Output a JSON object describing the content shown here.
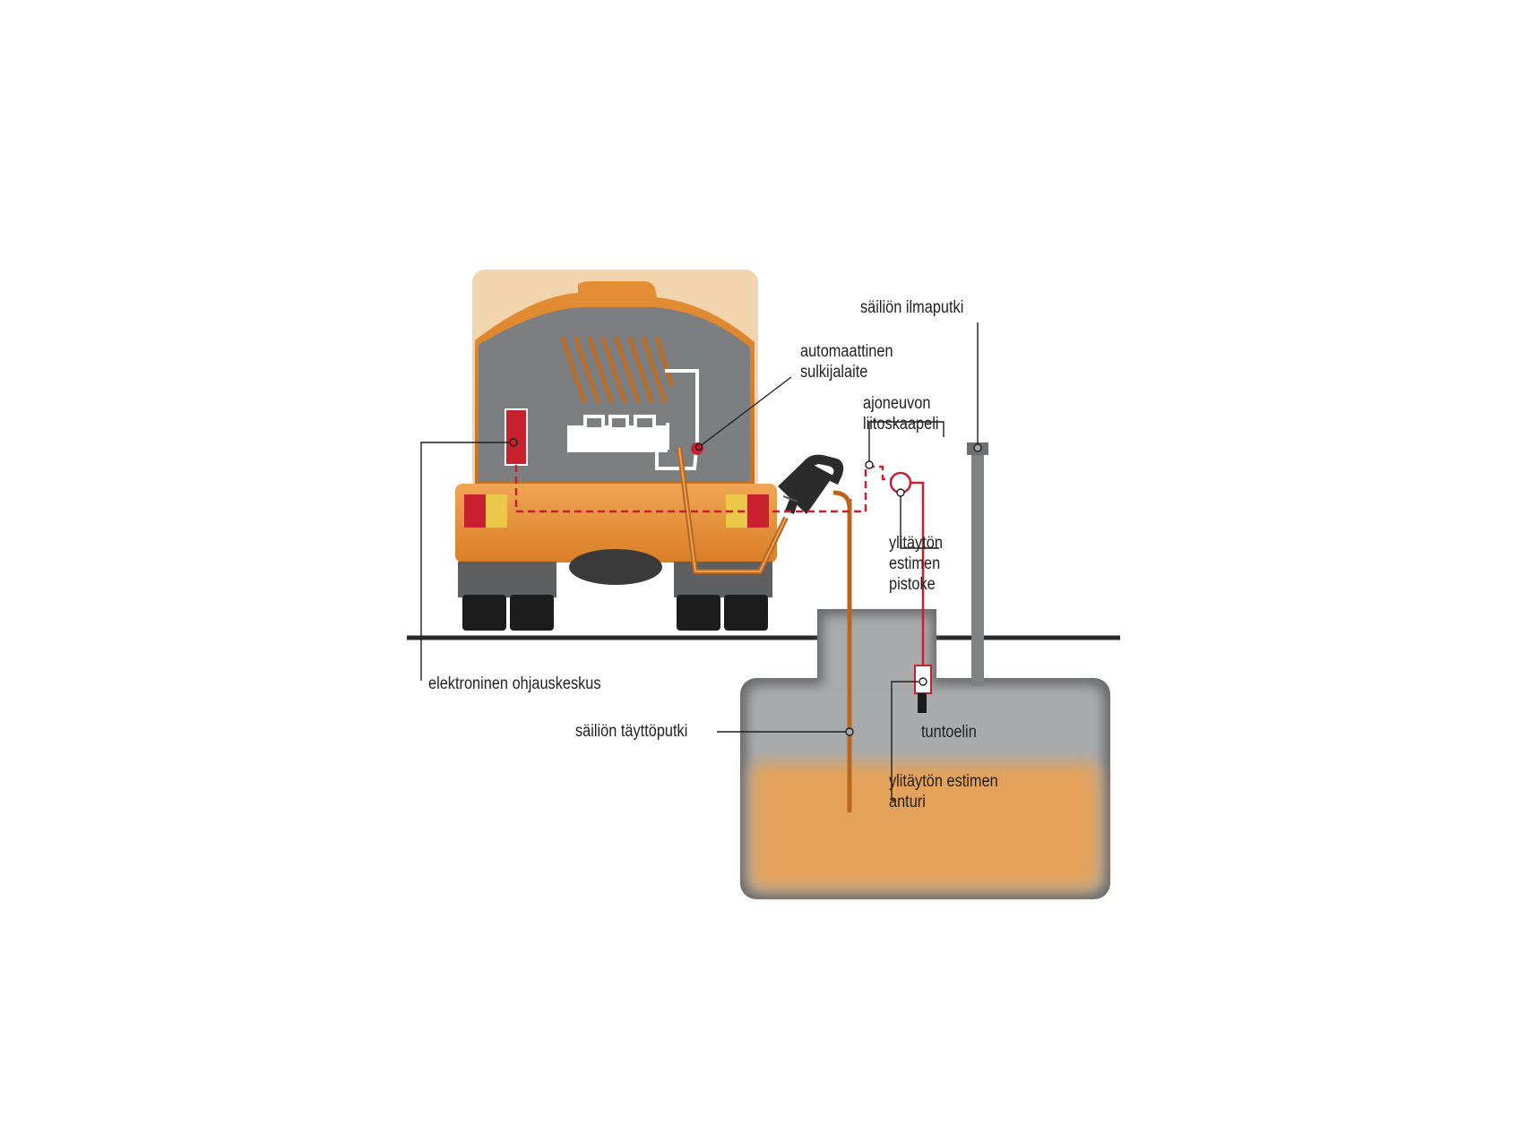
{
  "labels": {
    "vent_pipe": "säiliön ilmaputki",
    "shutoff_valve_1": "automaattinen",
    "shutoff_valve_2": "sulkijalaite",
    "vehicle_cable_1": "ajoneuvon",
    "vehicle_cable_2": "liitoskaapeli",
    "plug_1": "ylitäytön",
    "plug_2": "estimen",
    "plug_3": "pistoke",
    "control_unit": "elektroninen ohjauskeskus",
    "fill_pipe": "säiliön täyttöputki",
    "probe": "tuntoelin",
    "sensor_1": "ylitäytön estimen",
    "sensor_2": "anturi"
  },
  "colors": {
    "truck_orange": "#e08a2c",
    "truck_dark_orange": "#c26a1a",
    "cab_cream": "#f2d5ad",
    "interior_grey": "#7d7e80",
    "tank_grey": "#a9aaac",
    "fuel_orange": "#e4a25a",
    "signal_red": "#c8202f",
    "lamp_yellow": "#ecc84a",
    "pipe_brown": "#b9661c",
    "tire_black": "#1c1c1c"
  }
}
